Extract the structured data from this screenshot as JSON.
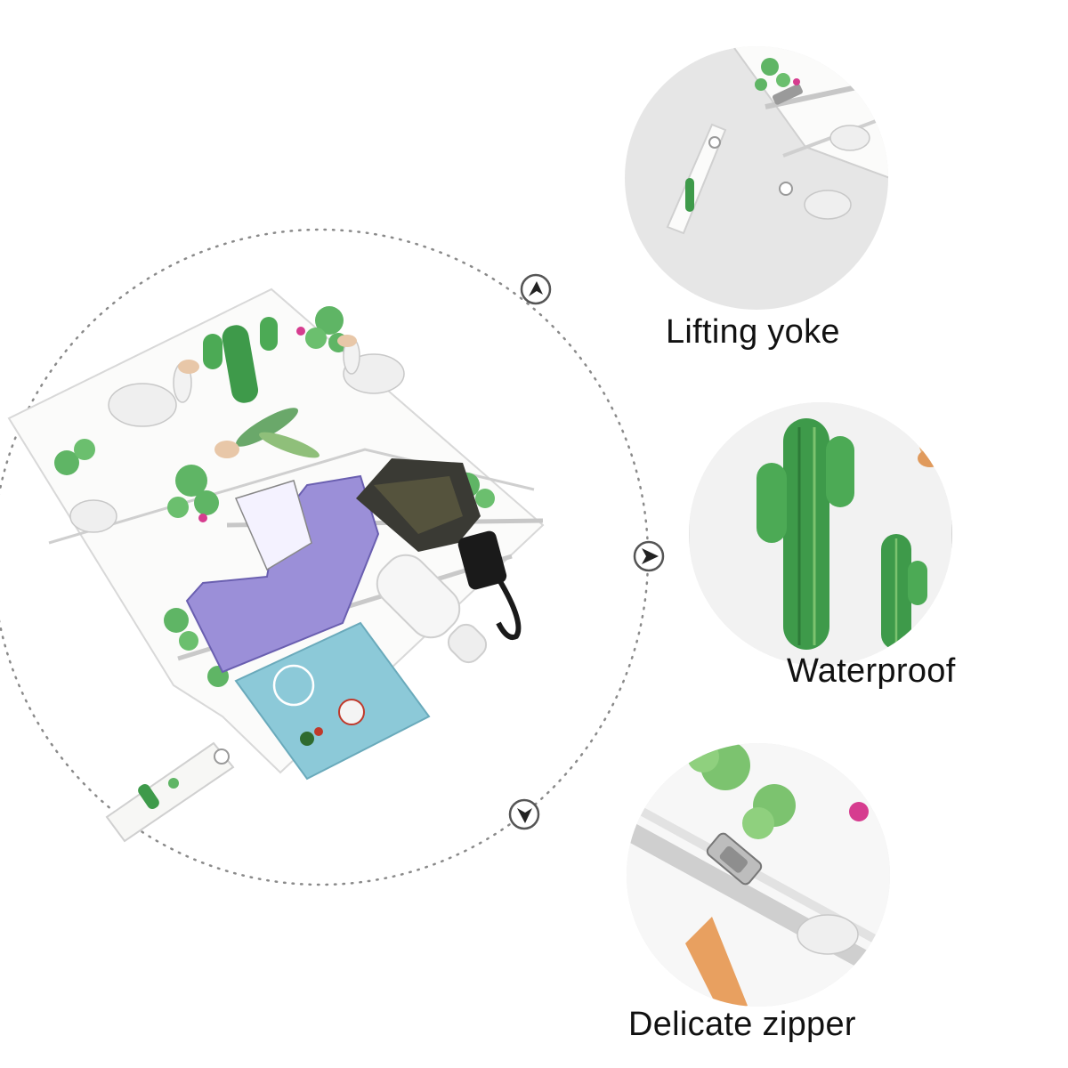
{
  "features": [
    {
      "label": "Lifting yoke",
      "icon": "lifting-yoke-closeup"
    },
    {
      "label": "Waterproof",
      "icon": "cactus-llama-closeup"
    },
    {
      "label": "Delicate zipper",
      "icon": "zipper-closeup"
    }
  ],
  "colors": {
    "circle_bg": "#e6e6e6",
    "dotted_ring": "#8a8a8a",
    "cactus_green": "#3e9a4a",
    "cactus_light": "#7cc36f",
    "flower_pink": "#d63c8f",
    "pouch_blue": "#8cc9d8",
    "towel_purple": "#9b8fd8",
    "umbrella_black": "#1a1a1a"
  }
}
